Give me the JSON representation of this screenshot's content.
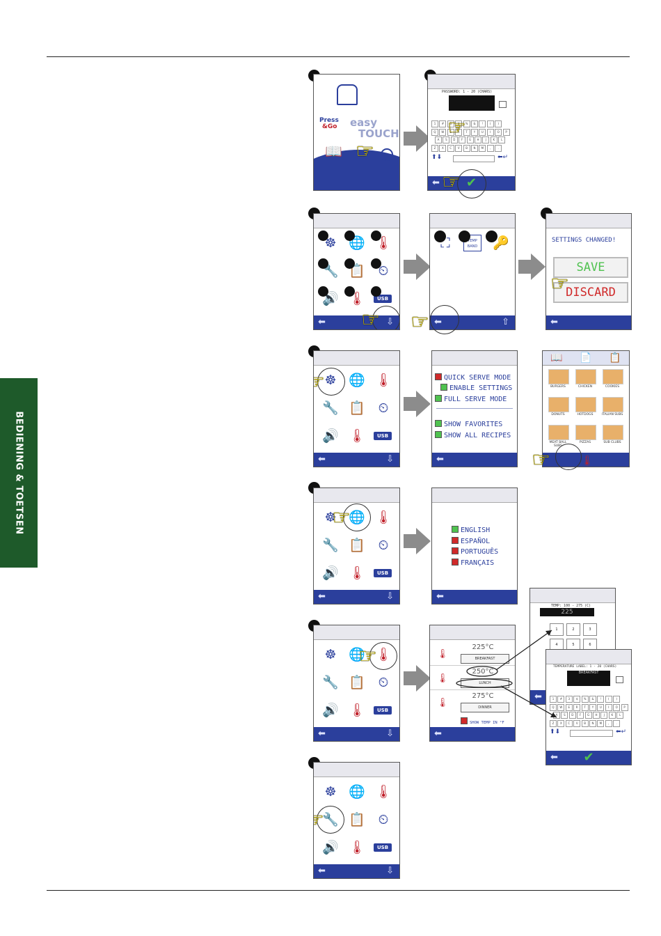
{
  "sidebar_tab": "BEDIENING & TOETSEN",
  "login": {
    "brand_press": "Press",
    "brand_go": "&Go",
    "brand_easy": "easy",
    "brand_touch": "TOUCH",
    "password_label": "PASSWORD: 1 - 20 (CHARS)"
  },
  "settings_changed": {
    "title": "SETTINGS CHANGED!",
    "save": "SAVE",
    "discard": "DISCARD"
  },
  "temp_sub": "TEMP BAND",
  "usb": "USB",
  "mode_options": [
    {
      "label": "QUICK SERVE MODE",
      "state": "red"
    },
    {
      "label": "ENABLE SETTINGS",
      "state": "green"
    },
    {
      "label": "FULL SERVE MODE",
      "state": "green"
    },
    {
      "label": "SHOW FAVORITES",
      "state": "green"
    },
    {
      "label": "SHOW ALL RECIPES",
      "state": "green"
    }
  ],
  "recipes": [
    "BURGERS",
    "CHICKEN",
    "COOKIES",
    "DONUTS",
    "HOTDOGS",
    "ITALIAN SUBS",
    "MEAT BALL SUBS",
    "PIZZAS",
    "SUB CLUBS"
  ],
  "languages": [
    {
      "label": "ENGLISH",
      "state": "green"
    },
    {
      "label": "ESPAÑOL",
      "state": "red"
    },
    {
      "label": "PORTUGUÊS",
      "state": "red"
    },
    {
      "label": "FRANÇAIS",
      "state": "red"
    }
  ],
  "temperatures": [
    {
      "value": "225°C",
      "meal": "BREAKFAST"
    },
    {
      "value": "250°C",
      "meal": "LUNCH"
    },
    {
      "value": "275°C",
      "meal": "DINNER"
    }
  ],
  "show_temp_f": "SHOW TEMP IN °F",
  "temp_entry": {
    "label": "TEMP: 100 - 275 (C)",
    "value": "225",
    "keys": [
      "1",
      "2",
      "3",
      "4",
      "5",
      "6"
    ]
  },
  "temp_label_entry": {
    "label": "TEMPERATURE LABEL: 1 - 20 (CHARS)",
    "value": "BREAKFAST"
  },
  "keyboard_rows": [
    [
      "1",
      "#",
      "3",
      "$",
      "%",
      "&",
      "!",
      "(",
      ")"
    ],
    [
      "Q",
      "W",
      "E",
      "R",
      "T",
      "Y",
      "U",
      "I",
      "O",
      "P"
    ],
    [
      "A",
      "S",
      "D",
      "F",
      "G",
      "H",
      "J",
      "K",
      "L"
    ],
    [
      "Z",
      "X",
      "C",
      "V",
      "B",
      "N",
      "M",
      ",",
      "."
    ]
  ]
}
